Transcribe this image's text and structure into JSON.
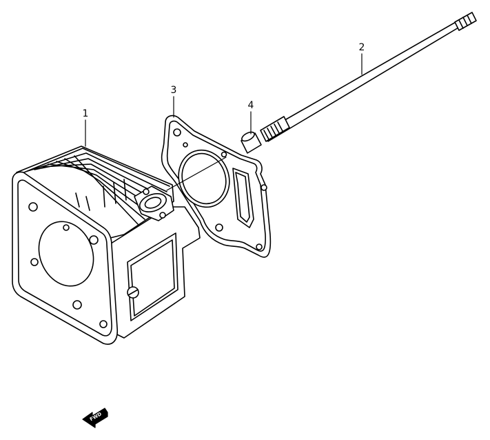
{
  "callouts": [
    {
      "number": "1",
      "part": "cylinder"
    },
    {
      "number": "2",
      "part": "stud-bolt"
    },
    {
      "number": "3",
      "part": "cylinder-gasket"
    },
    {
      "number": "4",
      "part": "dowel-pin"
    }
  ],
  "fwd_marker": {
    "label": "FWD",
    "icon": "arrow-left-icon"
  },
  "colors": {
    "line": "#000000",
    "background": "#ffffff"
  }
}
